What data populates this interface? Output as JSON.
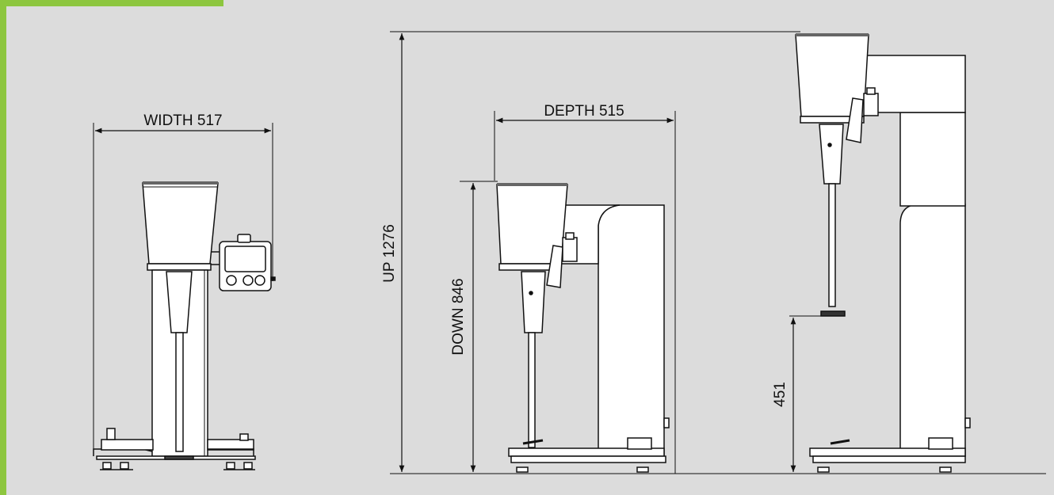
{
  "colors": {
    "accent": "#8dc63f",
    "background": "#dcdcdc",
    "machine": "#ffffff",
    "line": "#111111"
  },
  "dimensions": {
    "width": "WIDTH 517",
    "depth": "DEPTH 515",
    "up": "UP 1276",
    "down": "DOWN 846",
    "clearance": "451"
  }
}
